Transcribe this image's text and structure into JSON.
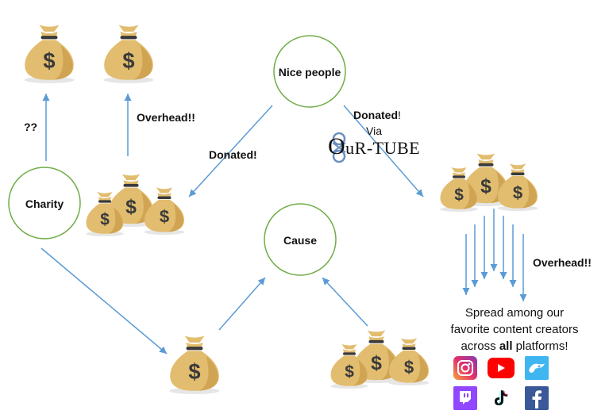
{
  "nodes": {
    "nice_people": "Nice people",
    "charity": "Charity",
    "cause": "Cause"
  },
  "labels": {
    "question_marks": "??",
    "overhead_left": "Overhead!!",
    "donated_left": "Donated!",
    "donated_right_bold": "Donated",
    "donated_right_bang": "!",
    "via": "Via",
    "overhead_right": "Overhead!!",
    "spread_line1": "Spread among our",
    "spread_line2": "favorite content creators",
    "spread_line3_pre": "across ",
    "spread_line3_bold": "all",
    "spread_line3_post": " platforms!"
  },
  "logo": {
    "o_letter": "O",
    "rest": "uR-TUBE"
  },
  "platform_icons": [
    "instagram-icon",
    "youtube-icon",
    "tipping-icon",
    "twitch-icon",
    "tiktok-icon",
    "facebook-icon"
  ],
  "colors": {
    "arrow": "#5b9bd5",
    "circle_stroke": "#70ad47",
    "bag": "#e2bd6f",
    "bag_shadow": "#c99a47",
    "dollar": "#3a3a3a"
  }
}
